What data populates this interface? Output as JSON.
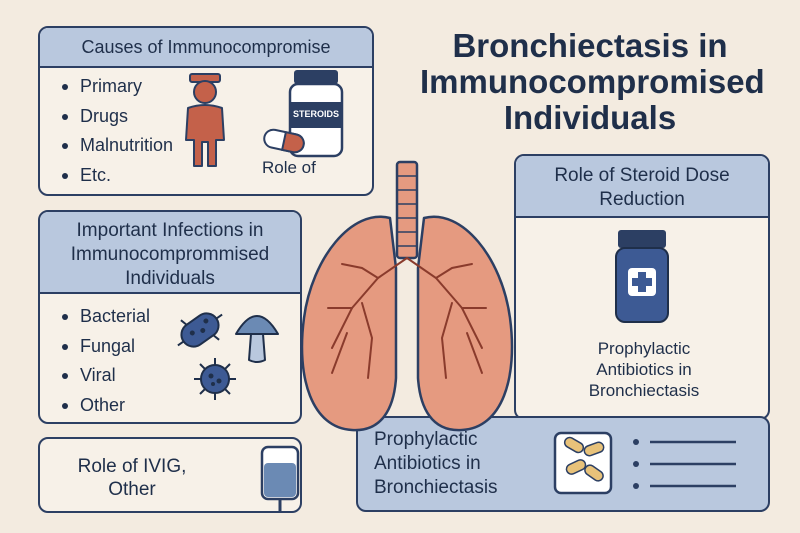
{
  "title": "Bronchiectasis in Immunocompromised Individuals",
  "causes": {
    "heading": "Causes of Immunocompromise",
    "items": [
      "Primary",
      "Drugs",
      "Malnutrition",
      "Etc."
    ],
    "pill_label": "STEROIDS",
    "caption": "Role of"
  },
  "infections": {
    "heading": "Important Infections in Immunocomprommised Individuals",
    "items": [
      "Bacterial",
      "Fungal",
      "Viral",
      "Other"
    ]
  },
  "ivig": {
    "label": "Role of IVIG, Other"
  },
  "steroid_reduction": {
    "heading": "Role of Steroid Dose Reduction",
    "caption": "Prophylactic Antibiotics in Bronchiectasis"
  },
  "prophylactic": {
    "label": "Prophylactic Antibiotics in Bronchiectasis"
  },
  "colors": {
    "navy": "#2c3f63",
    "panel_header": "#b9c8de",
    "lung": "#e59a80",
    "person": "#c4614a",
    "background": "#f3ebe0"
  }
}
